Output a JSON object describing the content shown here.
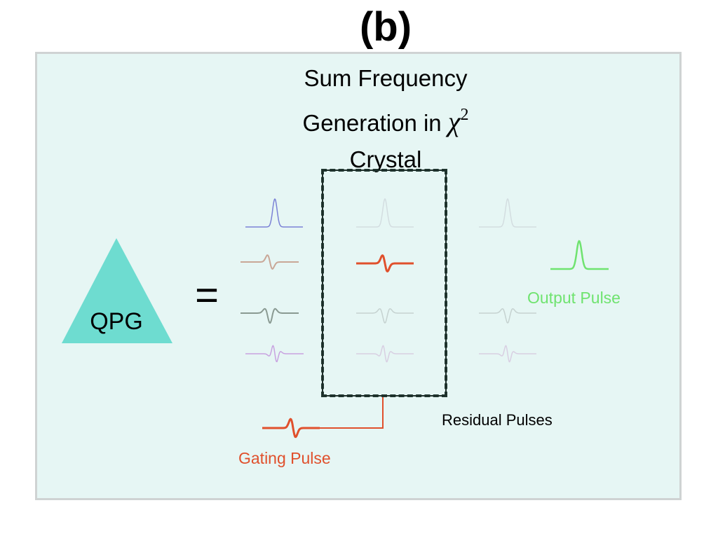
{
  "panel_label": "(b)",
  "title": {
    "line1": "Sum Frequency",
    "line2_prefix": "Generation in ",
    "chi_symbol": "χ",
    "chi_exponent": "2",
    "line3": "Crystal"
  },
  "qpg_label": "QPG",
  "equals_sign": "=",
  "output_label": "Output Pulse",
  "residual_label": "Residual Pulses",
  "gating_label": "Gating Pulse",
  "colors": {
    "panel_background": "#e6f6f4",
    "qpg_triangle": "#6edcd0",
    "gating_pulse": "#e0502c",
    "output_pulse": "#6fe36f",
    "input_mode_1": "#7b82d6",
    "input_mode_2": "#c9a797",
    "input_mode_3": "#8a9a92",
    "input_mode_4": "#c8a2e0",
    "faded_pulse": "#c5d2d4"
  },
  "pulse_modes": [
    "gaussian",
    "first-order",
    "second-order",
    "third-order"
  ]
}
